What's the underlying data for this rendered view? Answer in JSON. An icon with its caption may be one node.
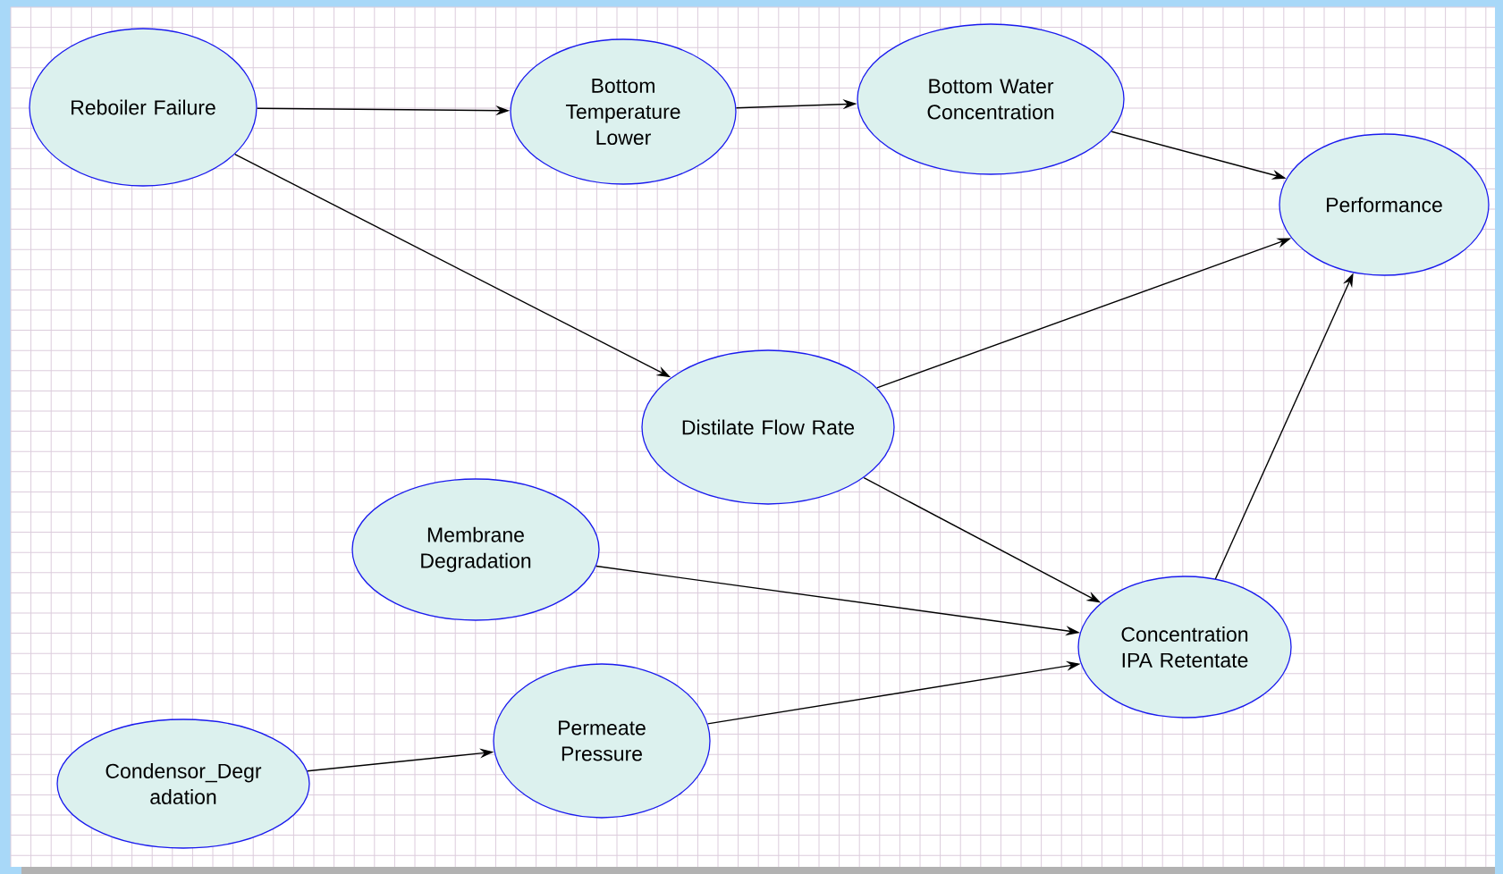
{
  "diagram": {
    "nodes": [
      {
        "text": [
          "Reboiler Failure"
        ]
      },
      {
        "text": [
          "Bottom Temperature Lower"
        ]
      },
      {
        "text": [
          "Bottom Water Concentration"
        ]
      },
      {
        "text": [
          "Performance"
        ]
      },
      {
        "text": [
          "Distilate Flow Rate"
        ]
      },
      {
        "text": [
          "Membrane Degradation"
        ]
      },
      {
        "text": [
          "Concentration IPA Retentate"
        ]
      },
      {
        "text": [
          "Condensor_Degr adation"
        ]
      },
      {
        "text": [
          "Permeate Pressure"
        ]
      }
    ],
    "edges": [
      {
        "from": 0,
        "to": 1,
        "arrow": "to"
      },
      {
        "from": 0,
        "to": 4,
        "arrow": "to"
      },
      {
        "from": 1,
        "to": 2,
        "arrow": "to"
      },
      {
        "from": 2,
        "to": 3,
        "arrow": "to"
      },
      {
        "from": 4,
        "to": 3,
        "arrow": "to"
      },
      {
        "from": 4,
        "to": 6,
        "arrow": "to"
      },
      {
        "from": 5,
        "to": 6,
        "arrow": "to"
      },
      {
        "from": 6,
        "to": 3,
        "arrow": "to"
      },
      {
        "from": 7,
        "to": 8,
        "arrow": "to"
      },
      {
        "from": 8,
        "to": 6,
        "arrow": "to"
      }
    ]
  }
}
